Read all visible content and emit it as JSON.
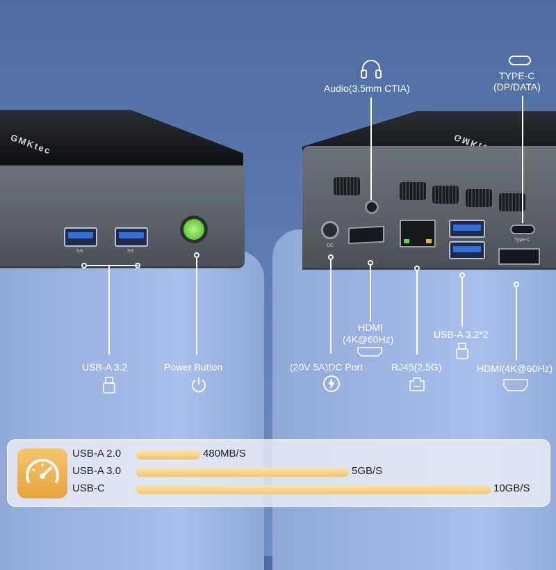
{
  "left_device": {
    "brand": "GMKtec",
    "port_labels": [
      "SS",
      "SS"
    ],
    "callouts": {
      "usb_a": "USB-A 3.2",
      "power": "Power Button"
    }
  },
  "right_device": {
    "brand": "GMKtec",
    "port_marks": {
      "dc": "DC",
      "typec": "Type-C"
    },
    "callouts": {
      "audio": "Audio(3.5mm CTIA)",
      "typec_line1": "TYPE-C",
      "typec_line2": "(DP/DATA)",
      "hdmi1_line1": "HDMI",
      "hdmi1_line2": "(4K@60Hz)",
      "usb_a2": "USB-A 3.2*2",
      "dc_port": "(20V 5A)DC Port",
      "rj45": "RJ45(2.5G)",
      "hdmi2": "HDMI(4K@60Hz)"
    }
  },
  "icons": {
    "usb": "usb-plug-icon",
    "power": "power-icon",
    "headphones": "headphones-icon",
    "typec": "type-c-icon",
    "hdmi": "hdmi-icon",
    "ethernet": "ethernet-icon",
    "bolt": "bolt-icon",
    "gauge": "speedometer-icon"
  },
  "speed_chart": {
    "rows": [
      {
        "label": "USB-A 2.0",
        "speed": "480MB/S",
        "relative": 0.18
      },
      {
        "label": "USB-A 3.0",
        "speed": "5GB/S",
        "relative": 0.6
      },
      {
        "label": "USB-C",
        "speed": "10GB/S",
        "relative": 1.0
      }
    ]
  },
  "colors": {
    "background": "#5a79b0",
    "pedestal": "#9fb6e4",
    "bar": "#f4c56b",
    "power_led": "#6bd43a",
    "usb_blue": "#2f6fe0"
  }
}
